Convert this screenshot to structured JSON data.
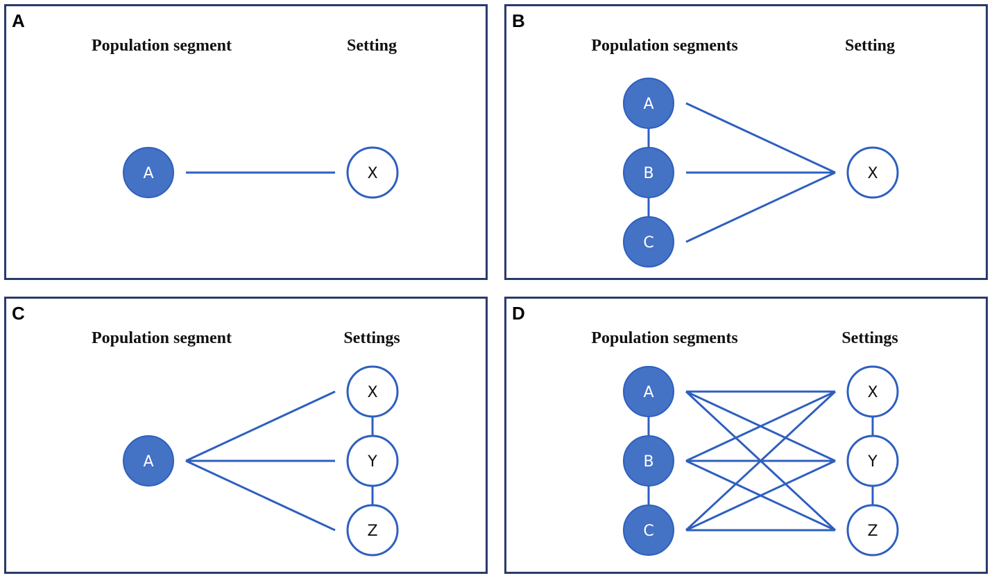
{
  "colors": {
    "accent": "#4472c4",
    "stroke": "#2e5fbf",
    "frame": "#2b3a6b"
  },
  "panels": [
    {
      "id": "a",
      "letter": "A",
      "left_heading": "Population segment",
      "right_heading": "Setting",
      "segments": [
        "A"
      ],
      "settings": [
        "X"
      ],
      "links": [
        [
          "A",
          "X"
        ]
      ]
    },
    {
      "id": "b",
      "letter": "B",
      "left_heading": "Population segments",
      "right_heading": "Setting",
      "segments": [
        "A",
        "B",
        "C"
      ],
      "settings": [
        "X"
      ],
      "links": [
        [
          "A",
          "X"
        ],
        [
          "B",
          "X"
        ],
        [
          "C",
          "X"
        ]
      ]
    },
    {
      "id": "c",
      "letter": "C",
      "left_heading": "Population segment",
      "right_heading": "Settings",
      "segments": [
        "A"
      ],
      "settings": [
        "X",
        "Y",
        "Z"
      ],
      "links": [
        [
          "A",
          "X"
        ],
        [
          "A",
          "Y"
        ],
        [
          "A",
          "Z"
        ]
      ]
    },
    {
      "id": "d",
      "letter": "D",
      "left_heading": "Population segments",
      "right_heading": "Settings",
      "segments": [
        "A",
        "B",
        "C"
      ],
      "settings": [
        "X",
        "Y",
        "Z"
      ],
      "links": [
        [
          "A",
          "X"
        ],
        [
          "A",
          "Y"
        ],
        [
          "A",
          "Z"
        ],
        [
          "B",
          "X"
        ],
        [
          "B",
          "Y"
        ],
        [
          "B",
          "Z"
        ],
        [
          "C",
          "X"
        ],
        [
          "C",
          "Y"
        ],
        [
          "C",
          "Z"
        ]
      ]
    }
  ]
}
